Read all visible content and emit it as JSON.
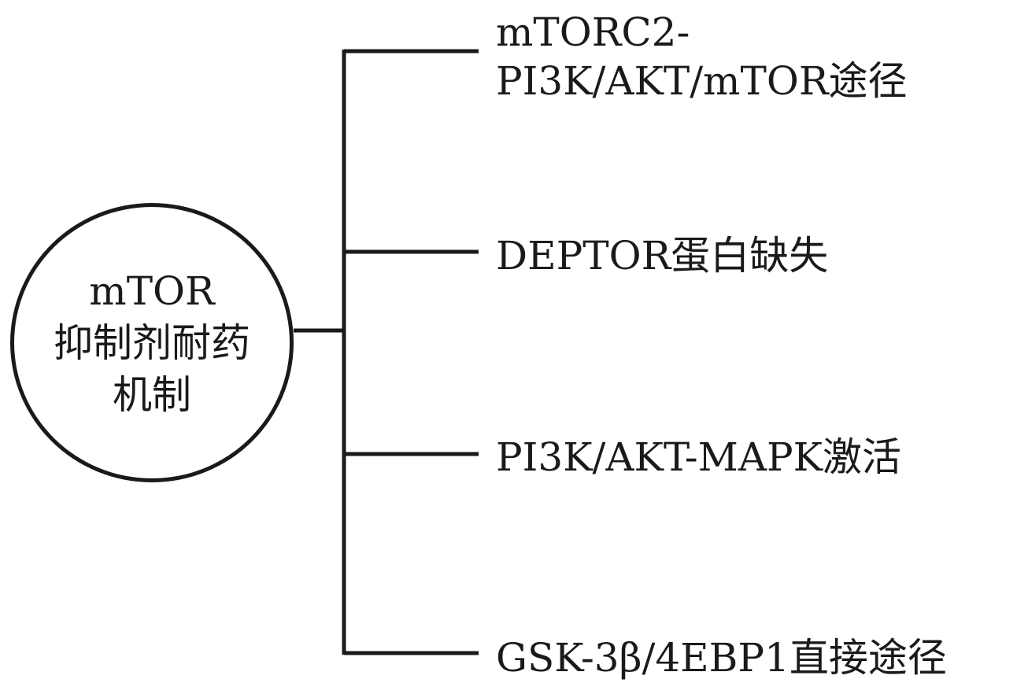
{
  "center": {
    "lines": [
      "mTOR",
      "抑制剂耐药",
      "机制"
    ]
  },
  "branches": [
    {
      "lines": [
        "mTORC2-",
        "PI3K/AKT/mTOR途径"
      ]
    },
    {
      "lines": [
        "DEPTOR蛋白缺失"
      ]
    },
    {
      "lines": [
        "PI3K/AKT-MAPK激活"
      ]
    },
    {
      "lines": [
        "GSK-3β/4EBP1直接途径"
      ]
    }
  ],
  "colors": {
    "line": "#1a1a1a",
    "background": "#ffffff"
  }
}
